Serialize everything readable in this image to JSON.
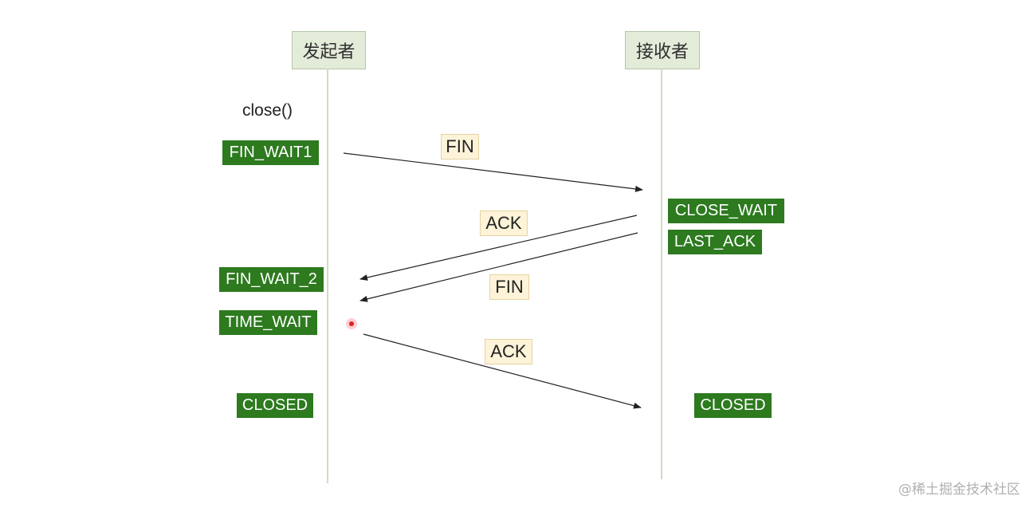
{
  "actors": {
    "initiator": "发起者",
    "receiver": "接收者"
  },
  "call": "close()",
  "states": {
    "fin_wait1": "FIN_WAIT1",
    "close_wait": "CLOSE_WAIT",
    "last_ack": "LAST_ACK",
    "fin_wait_2": "FIN_WAIT_2",
    "time_wait": "TIME_WAIT",
    "closed_initiator": "CLOSED",
    "closed_receiver": "CLOSED"
  },
  "messages": {
    "fin_1": "FIN",
    "ack_1": "ACK",
    "fin_2": "FIN",
    "ack_2": "ACK"
  },
  "watermark": "@稀土掘金技术社区",
  "colors": {
    "state_bg": "#2d7a1f",
    "message_bg": "#fdf3d8",
    "actor_bg": "#e3ecd9"
  }
}
